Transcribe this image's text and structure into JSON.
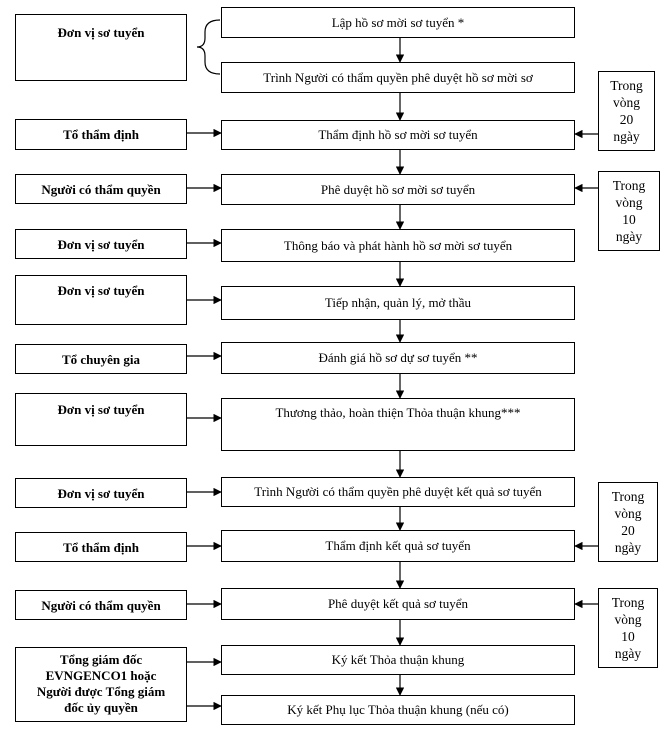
{
  "responsible": {
    "r1": "Đơn vị sơ tuyển",
    "r2": "Tổ thẩm định",
    "r3": "Người có thẩm quyền",
    "r4": "Đơn vị sơ tuyển",
    "r5": "Đơn vị sơ tuyển",
    "r6": "Tổ chuyên gia",
    "r7": "Đơn vị sơ tuyển",
    "r8": "Đơn vị sơ tuyển",
    "r9": "Tổ thẩm định",
    "r10": "Người có thẩm quyền",
    "r11": [
      "Tổng giám đốc",
      "EVNGENCO1 hoặc",
      "Người được Tổng giám",
      "đốc ủy quyền"
    ]
  },
  "steps": {
    "s1": "Lập hồ sơ mời sơ tuyển *",
    "s2": "Trình Người có thẩm quyền phê duyệt hồ sơ mời sơ",
    "s3": "Thẩm định hồ sơ mời sơ tuyển",
    "s4": "Phê duyệt hồ sơ mời sơ tuyển",
    "s5": "Thông báo và phát hành hồ sơ mời sơ tuyển",
    "s6": "Tiếp nhận, quản lý, mở thầu",
    "s7": "Đánh giá hồ sơ dự sơ tuyển **",
    "s8": "Thương thảo, hoàn thiện Thỏa thuận khung***",
    "s9": "Trình Người có thẩm quyền phê duyệt kết quả sơ tuyển",
    "s10": "Thẩm định kết quả sơ tuyển",
    "s11": "Phê duyệt kết quả sơ tuyển",
    "s12": "Ký kết Thỏa thuận khung",
    "s13": "Ký kết Phụ lục Thỏa thuận khung (nếu có)"
  },
  "timeframes": {
    "t1": [
      "Trong",
      "vòng",
      "20",
      "ngày"
    ],
    "t2": [
      "Trong",
      "vòng",
      "10",
      "ngày"
    ],
    "t3": [
      "Trong",
      "vòng",
      "20",
      "ngày"
    ],
    "t4": [
      "Trong",
      "vòng",
      "10",
      "ngày"
    ]
  }
}
